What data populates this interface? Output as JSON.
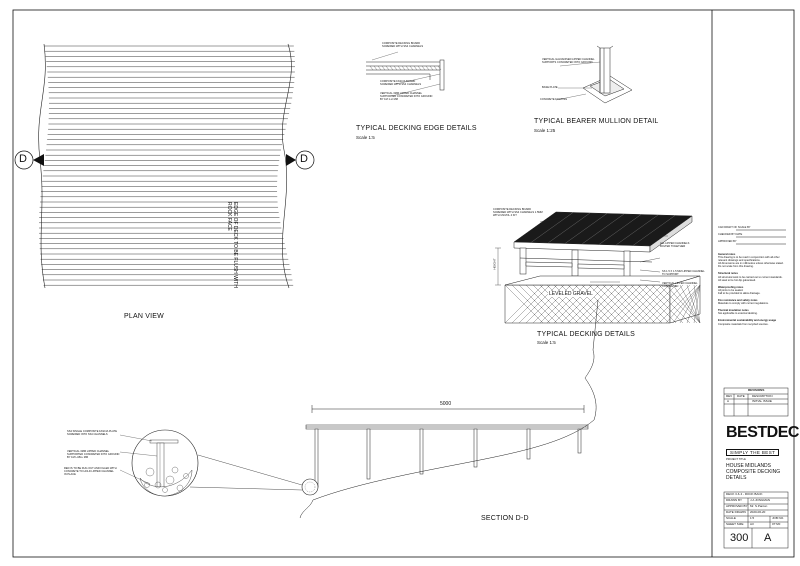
{
  "views": {
    "plan_view": "PLAN VIEW",
    "edge_note": "EDGE OF DECK TO BE FLUSH WITH ROCK FACE",
    "section_marker": "D",
    "section_dd": "SECTION D-D",
    "section_dimension": "5000",
    "edge_details_title": "TYPICAL DECKING EDGE DETAILS",
    "edge_details_scale": "Scale 1:5",
    "mullion_title": "TYPICAL BEARER MULLION DETAIL",
    "mullion_scale": "Scale 1:25",
    "decking_title": "TYPICAL DECKING DETAILS",
    "decking_scale": "Scale 1:5",
    "leveled_gravel": "LEVELED GRAVEL",
    "height_label": "HEIGHT"
  },
  "annotations": {
    "edge_1": "COMPOSITE DECKING BOARD\nSCREWED WITH SS4 CHANNELS",
    "edge_2": "COMPOSITE FASCIA BOARD\nSCREWED WITH SS4 CHANNELS",
    "edge_3": "VERTICAL 3MM LIPPED CHANNEL\nSUPPORTED CONCRETED INTO GROUND\nBY 1M 1-LI MM",
    "mullion_1": "VERTICAL GALVANISED LIPPED CHANNEL\nSUPPORTS CONCRETED INTO GROUND",
    "mullion_2": "BASE PLATE",
    "mullion_3": "CONCRETE FOOTING",
    "decking_1": "COMPOSITE DECKING BOARD\nSCREWED WITH SS4 CHANNELS 1.5MM\nWITH UNIVOL 4 KIT",
    "decking_2": "ALL LIPPED CHANNELS\nBOLTED TOGETHER",
    "decking_3": "SS 1.5 X 1.5 MM LIPPED CHANNEL\nTO SUPPORT",
    "decking_4": "VERTICAL LIPPED CHANNEL\nCONCRETED",
    "section_1": "SS4 SINGLE COMPOSITE FASCIA PLATE\nSCREWED INTO SS4 CHANNELS",
    "section_2": "VERTICAL 3MM LIPPED CHANNEL\nSUPPORTED CONCRETED INTO GROUND\nBY 1M LI-BLL MM",
    "section_3": "RED IS TO BE DUG OUT AND FILLED WITH\nCONCRETE TO HOLD LIPPED CHANNEL\nIN PLACE"
  },
  "titleblock": {
    "field_1": "CAD DRAFT OF SCALE BY",
    "field_2": "CHECKED BY DATE",
    "field_3": "APPROVED BY",
    "notes_general_head": "General notes",
    "notes_general": "This drawing is to be read in conjunction with all other\nrelevant drawings and specifications.\nAll dimensions are in millimetres unless otherwise stated.\nDo not scale from this drawing.",
    "notes_structural_head": "Structural notes",
    "notes_structural": "All structural work to be carried out to current standards.\nAll steel to be hot dip galvanised.",
    "notes_waterproofing_head": "Waterproofing notes",
    "notes_waterproofing": "All joints to be sealed.\nFall to be provided to allow drainage.",
    "notes_fire_head": "Fire resistance and safety notes",
    "notes_fire": "Materials to comply with current regulations.",
    "notes_thermal_head": "Thermal insulation notes",
    "notes_thermal": "Not applicable to external decking.",
    "notes_env_head": "Environmental sustainability and energy usage",
    "notes_env": "Composite materials from recycled sources.",
    "revisions_head": "REVISIONS",
    "rev_col_1": "REV",
    "rev_col_2": "DATE",
    "rev_col_3": "DESCRIPTION",
    "rev_row_1_rev": "A",
    "rev_row_1_date": "",
    "rev_row_1_desc": "INITIAL ISSUE",
    "logo": "BESTDECK",
    "slogan": "SIMPLY THE BEST",
    "project_label": "PROJECT TITLE",
    "project_1": "HOUSE MIDLANDS",
    "project_2": "COMPOSITE DECKING",
    "project_3": "DETAILS",
    "client_label": "DECK 3 & 4 - ROCK BACK",
    "drawn_label": "DRAWN BY",
    "drawn_value": "J.A JONGMAN",
    "approved_label": "APPROVED BY",
    "approved_value": "Mr. S.Panton",
    "date_label": "DATE DRAWN",
    "date_value": "2020-06-20",
    "scale_label": "SCALE",
    "scale_value": "1:5",
    "sheet_label": "SHEET SIZE",
    "sheet_value": "A3",
    "job_label": "JOB NO.",
    "job_value": "07720",
    "drawing_no": "300",
    "revision": "A"
  }
}
